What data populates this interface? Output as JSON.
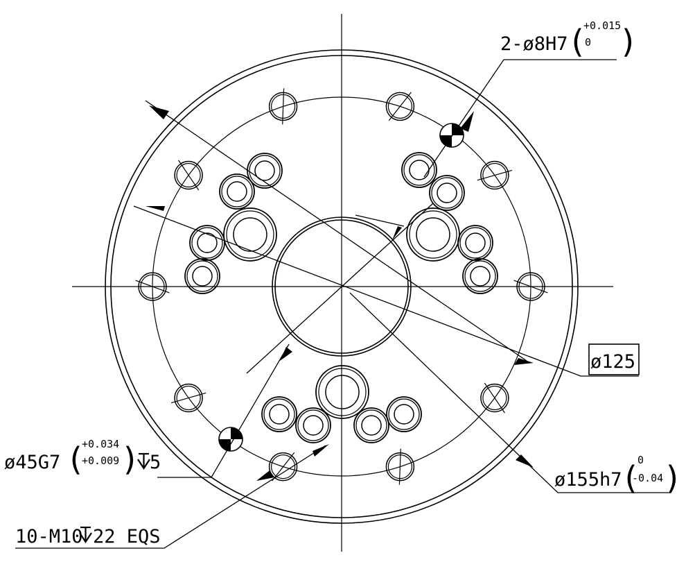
{
  "annotations": {
    "dowel": {
      "text": "2-ø8H7",
      "tol_upper": "+0.015",
      "tol_lower": "0"
    },
    "bore125": {
      "text": "ø125"
    },
    "bore45": {
      "text": "ø45G7",
      "tol_upper": "+0.034",
      "tol_lower": "+0.009",
      "depth": "5"
    },
    "od155": {
      "text": "ø155h7",
      "tol_upper": "0",
      "tol_lower": "-0.04"
    },
    "threads": {
      "text": "10-M10",
      "depth": "22 EQS"
    }
  }
}
